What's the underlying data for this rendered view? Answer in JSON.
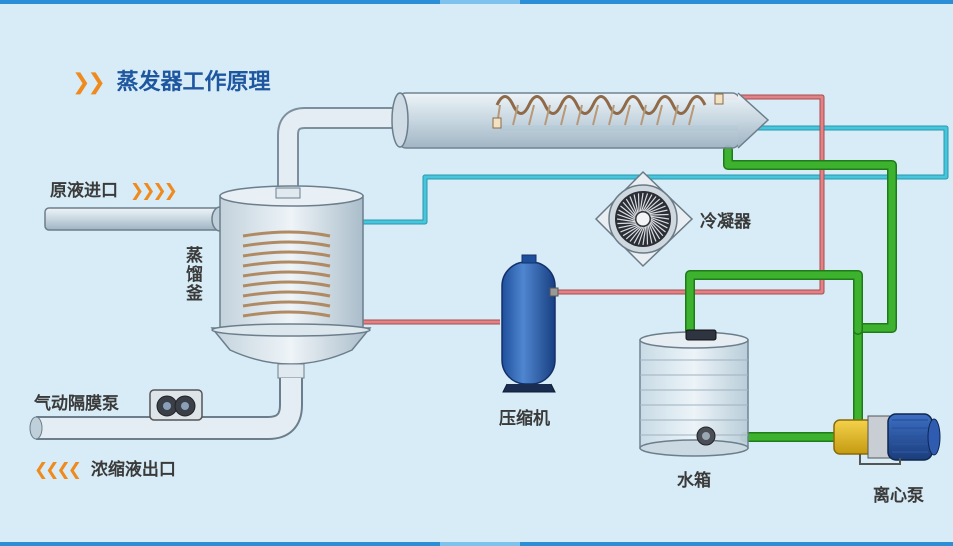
{
  "title": "蒸发器工作原理",
  "title_icon": "double-chevron-right-icon",
  "accent_color": "#ef8a1f",
  "title_color": "#1e56a0",
  "labels": {
    "raw_inlet": "原液进口",
    "raw_inlet_arrows": "❯❯❯❯",
    "still": "蒸馏釜",
    "pump_air": "气动隔膜泵",
    "conc_outlet": "浓缩液出口",
    "conc_outlet_arrows": "❮❮❮❮",
    "condenser": "冷凝器",
    "compressor": "压缩机",
    "water_tank": "水箱",
    "centrifugal_pump": "离心泵"
  },
  "pipe_colors": {
    "cooling_water": "#35a32a",
    "refrigerant_hot": "#d9686b",
    "refrigerant_cold": "#45c6dc"
  }
}
